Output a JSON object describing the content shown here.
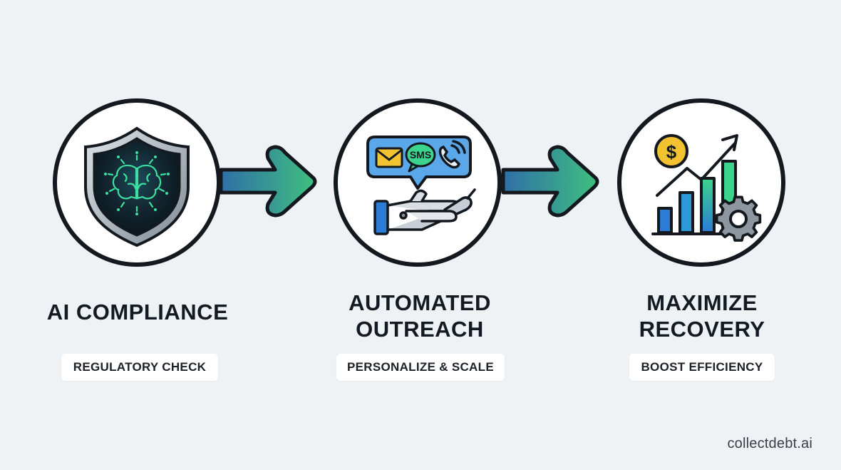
{
  "steps": [
    {
      "id": "ai-compliance",
      "title_lines": [
        "AI COMPLIANCE"
      ],
      "tag": "REGULATORY CHECK",
      "icon": "shield-brain-icon"
    },
    {
      "id": "automated-outreach",
      "title_lines": [
        "AUTOMATED",
        "OUTREACH"
      ],
      "tag": "PERSONALIZE & SCALE",
      "icon": "robot-hand-messages-icon",
      "icon_text": "SMS"
    },
    {
      "id": "maximize-recovery",
      "title_lines": [
        "MAXIMIZE",
        "RECOVERY"
      ],
      "tag": "BOOST EFFICIENCY",
      "icon": "growth-chart-icon",
      "icon_text": "$"
    }
  ],
  "connectors": [
    "arrow-right-icon",
    "arrow-right-icon"
  ],
  "brand": "collectdebt.ai",
  "colors": {
    "background": "#eef2f5",
    "outline": "#14191f",
    "arrow_start": "#2f6fa8",
    "arrow_end": "#3fbf7f",
    "accent_green": "#3cd48c",
    "accent_blue": "#2c7bd6",
    "gold": "#f2c230"
  }
}
